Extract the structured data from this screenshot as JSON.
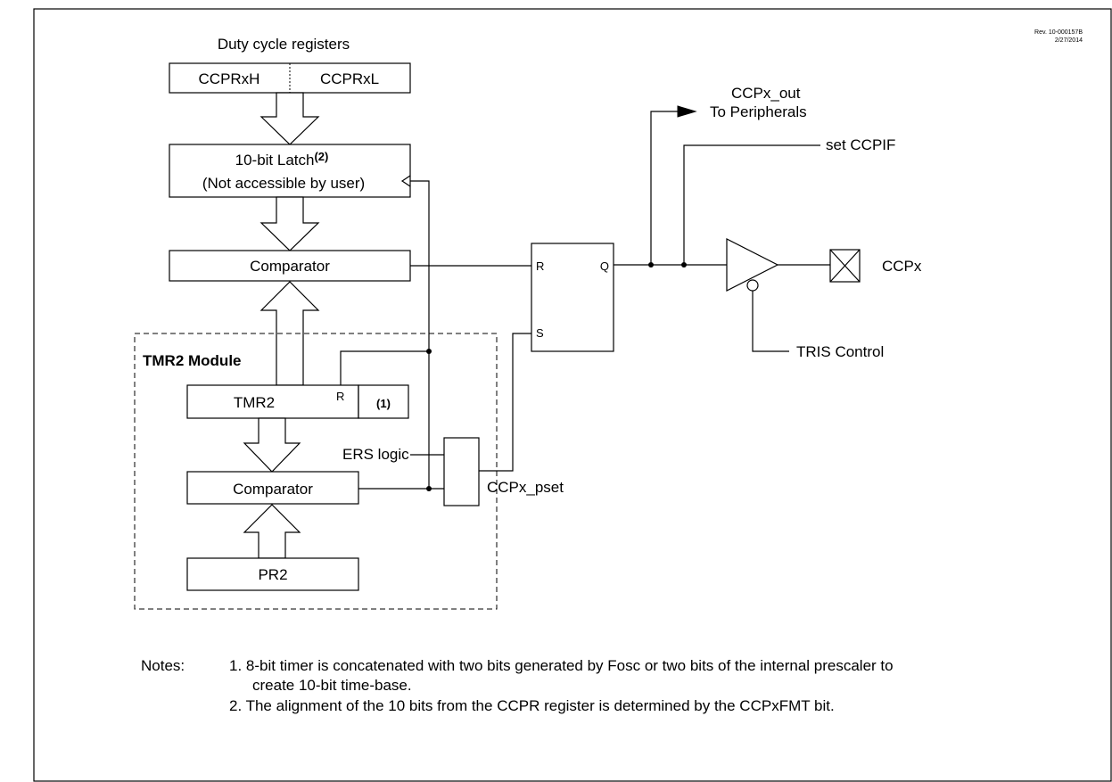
{
  "revision": {
    "line1": "Rev. 10-000157B",
    "line2": "2/27/2014"
  },
  "duty_cycle": {
    "title": "Duty cycle registers",
    "high": "CCPRxH",
    "low": "CCPRxL"
  },
  "latch": {
    "line1": "10-bit Latch",
    "superscript": "(2)",
    "line2": "(Not accessible by user)"
  },
  "comparator_top": "Comparator",
  "module": {
    "title": "TMR2 Module",
    "tmr2": "TMR2",
    "reset_pin": "R",
    "note_ref": "(1)",
    "ers_logic": "ERS logic",
    "comparator": "Comparator",
    "pr2": "PR2"
  },
  "flipflop": {
    "r": "R",
    "s": "S",
    "q": "Q"
  },
  "signals": {
    "ccpx_out": "CCPx_out",
    "to_peripherals": "To Peripherals",
    "set_ccpif": "set CCPIF",
    "ccpx": "CCPx",
    "tris_control": "TRIS Control",
    "ccpx_pset": "CCPx_pset"
  },
  "notes": {
    "label": "Notes:",
    "note1_line1": "1. 8-bit timer is concatenated with two bits generated by Fosc or two bits of the internal prescaler to",
    "note1_line2": "create 10-bit time-base.",
    "note2": "2. The alignment of the 10 bits from the CCPR register is determined by the CCPxFMT bit."
  }
}
